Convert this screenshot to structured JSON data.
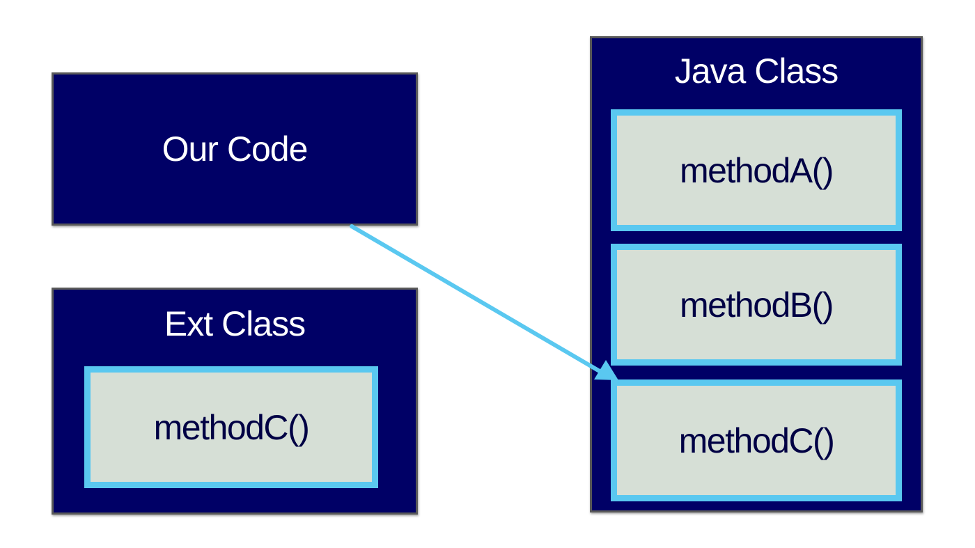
{
  "our_code": {
    "label": "Our Code"
  },
  "ext_class": {
    "title": "Ext Class",
    "methods": [
      "methodC()"
    ]
  },
  "java_class": {
    "title": "Java Class",
    "methods": [
      "methodA()",
      "methodB()",
      "methodC()"
    ]
  },
  "colors": {
    "box_fill": "#000066",
    "box_border": "#595959",
    "method_fill": "#d6dfd6",
    "method_border": "#5ac8f0",
    "arrow": "#5ac8f0",
    "method_text": "#000044",
    "title_text": "#ffffff"
  }
}
